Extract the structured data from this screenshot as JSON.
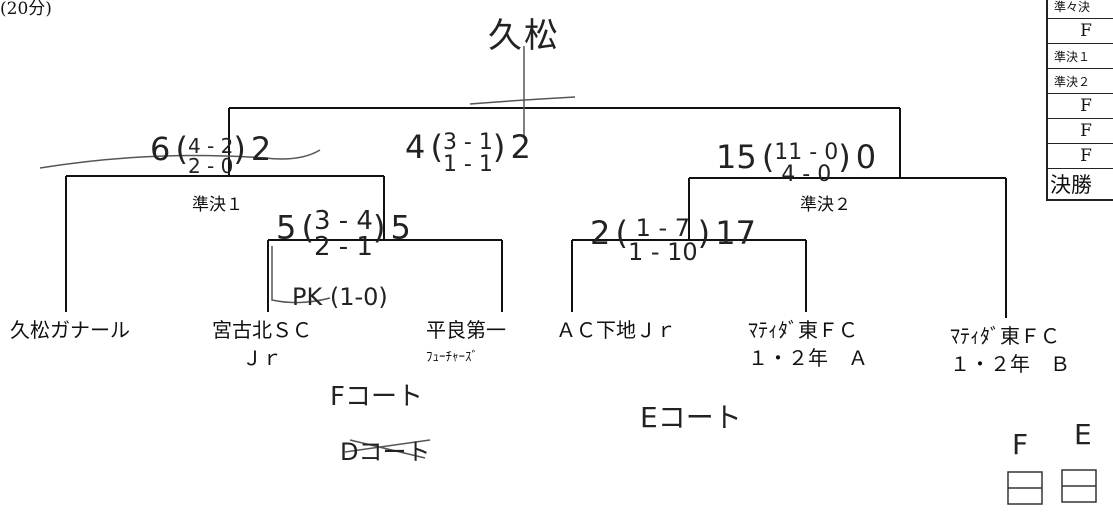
{
  "header": {
    "duration": "(20分)"
  },
  "champion": "久松",
  "labels": {
    "sf1": "準決１",
    "sf2": "準決２"
  },
  "teams": [
    {
      "l1": "久松ガナール",
      "l2": ""
    },
    {
      "l1": "宮古北ＳＣ",
      "l2": "Ｊｒ"
    },
    {
      "l1": "平良第一",
      "l2": "ﾌｭｰﾁｬｰｽﾞ"
    },
    {
      "l1": "ＡＣ下地Ｊｒ",
      "l2": ""
    },
    {
      "l1": "ﾏﾃｨﾀﾞ東ＦＣ",
      "l2": "１・２年　Ａ"
    },
    {
      "l1": "ﾏﾃｨﾀﾞ東ＦＣ",
      "l2": "１・２年　Ｂ"
    }
  ],
  "scores": {
    "sf1": {
      "left": "6",
      "h1": "4 - 2",
      "h2": "2 - 0",
      "right": "2"
    },
    "final": {
      "left": "4",
      "h1": "3 - 1",
      "h2": "1 - 1",
      "right": "2"
    },
    "sf2": {
      "left": "15",
      "h1": "11 - 0",
      "h2": "4 - 0",
      "right": "0"
    },
    "qf1": {
      "left": "5",
      "h1": "3 - 4",
      "h2": "2 - 1",
      "right": "5",
      "pk": "PK (1-0)"
    },
    "qf2": {
      "left": "2",
      "h1": "1 - 7",
      "h2": "1 - 10",
      "right": "17"
    }
  },
  "courts": {
    "f_court": "Fコート",
    "d_court": "Dコート",
    "e_court": "Eコート",
    "f_letter": "F",
    "e_letter": "E"
  },
  "schedule": [
    {
      "text": "準々決",
      "style": "small"
    },
    {
      "text": "F",
      "style": "center"
    },
    {
      "text": "準決１",
      "style": "small"
    },
    {
      "text": "準決２",
      "style": "small"
    },
    {
      "text": "F",
      "style": "center"
    },
    {
      "text": "F",
      "style": "center"
    },
    {
      "text": "F",
      "style": "center"
    },
    {
      "text": "決勝",
      "style": "big"
    }
  ]
}
